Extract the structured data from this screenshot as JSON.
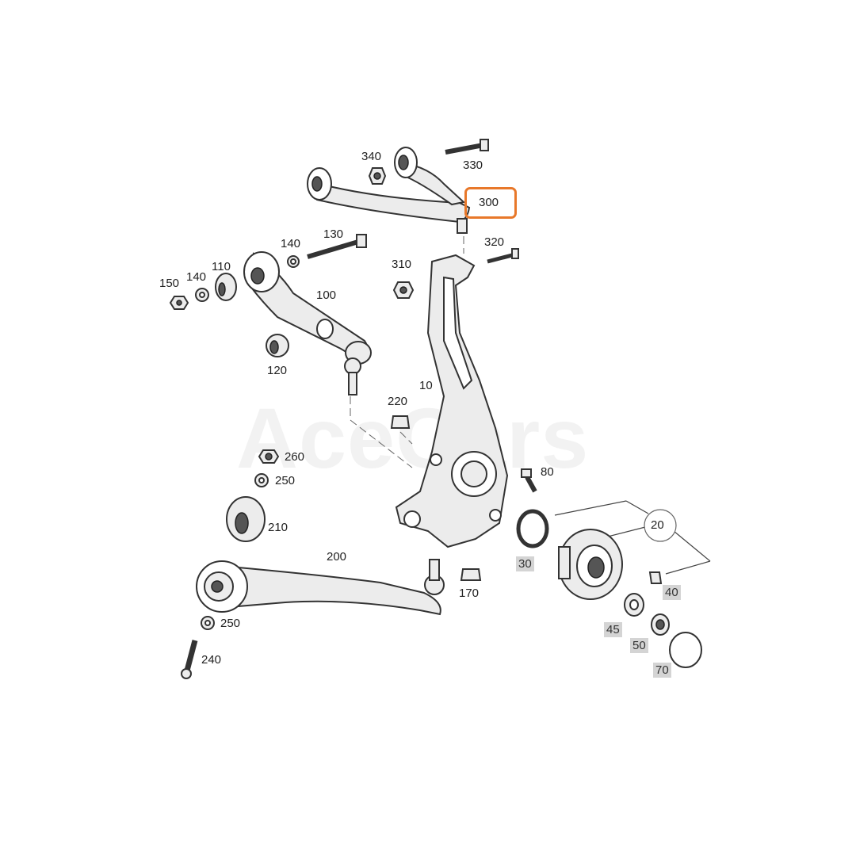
{
  "watermark": "AceCars",
  "highlight": {
    "part": "300",
    "color": "#e8782a"
  },
  "labels": {
    "p300": "300",
    "p330": "330",
    "p340": "340",
    "p130": "130",
    "p140a": "140",
    "p320": "320",
    "p150": "150",
    "p140b": "140",
    "p110": "110",
    "p310": "310",
    "p100": "100",
    "p120": "120",
    "p10": "10",
    "p220": "220",
    "p260": "260",
    "p250a": "250",
    "p80": "80",
    "p210": "210",
    "p20": "20",
    "p200": "200",
    "p30": "30",
    "p40": "40",
    "p170": "170",
    "p250b": "250",
    "p45": "45",
    "p50": "50",
    "p240": "240",
    "p70": "70"
  }
}
